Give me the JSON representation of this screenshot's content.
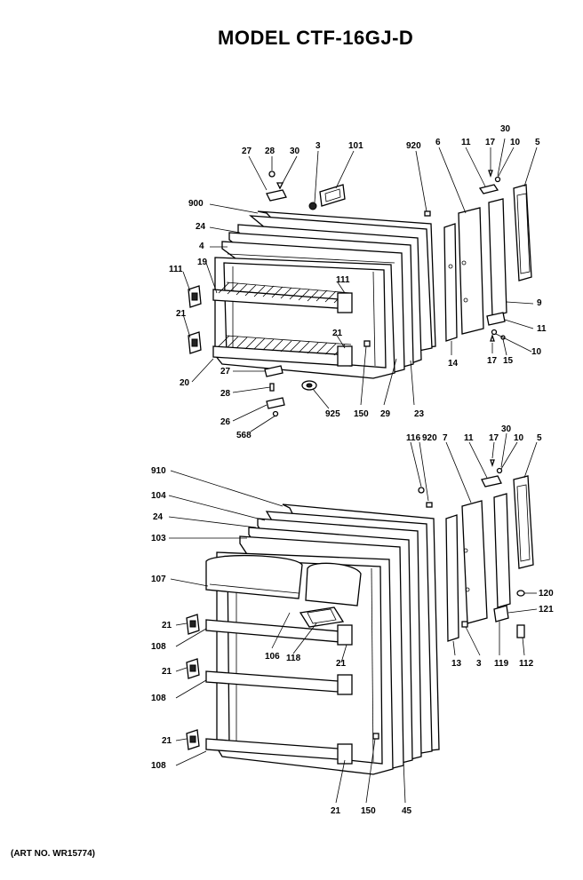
{
  "title": "MODEL CTF-16GJ-D",
  "art_no": "(ART NO. WR15774)",
  "upper_door": {
    "callouts": {
      "c27a": "27",
      "c28a": "28",
      "c30a": "30",
      "c3a": "3",
      "c101": "101",
      "c920a": "920",
      "c6": "6",
      "c11a": "11",
      "c17a": "17",
      "c30b": "30",
      "c10a": "10",
      "c5a": "5",
      "c900": "900",
      "c24a": "24",
      "c4": "4",
      "c111a": "111",
      "c19": "19",
      "c111b": "111",
      "c9": "9",
      "c11b": "11",
      "c21a": "21",
      "c21b": "21",
      "c17b": "17",
      "c15": "15",
      "c10b": "10",
      "c14": "14",
      "c20": "20",
      "c27b": "27",
      "c28b": "28",
      "c26": "26",
      "c568": "568",
      "c925": "925",
      "c150a": "150",
      "c29": "29",
      "c23": "23"
    }
  },
  "lower_door": {
    "callouts": {
      "c116": "116",
      "c920b": "920",
      "c7": "7",
      "c11c": "11",
      "c17c": "17",
      "c30c": "30",
      "c10c": "10",
      "c5b": "5",
      "c910": "910",
      "c104": "104",
      "c24b": "24",
      "c103": "103",
      "c107": "107",
      "c120": "120",
      "c121": "121",
      "c21c": "21",
      "c108a": "108",
      "c106": "106",
      "c118": "118",
      "c21d": "21",
      "c13": "13",
      "c3b": "3",
      "c119": "119",
      "c112": "112",
      "c21e": "21",
      "c108b": "108",
      "c21f": "21",
      "c108c": "108",
      "c21g": "21",
      "c150b": "150",
      "c45": "45"
    }
  }
}
